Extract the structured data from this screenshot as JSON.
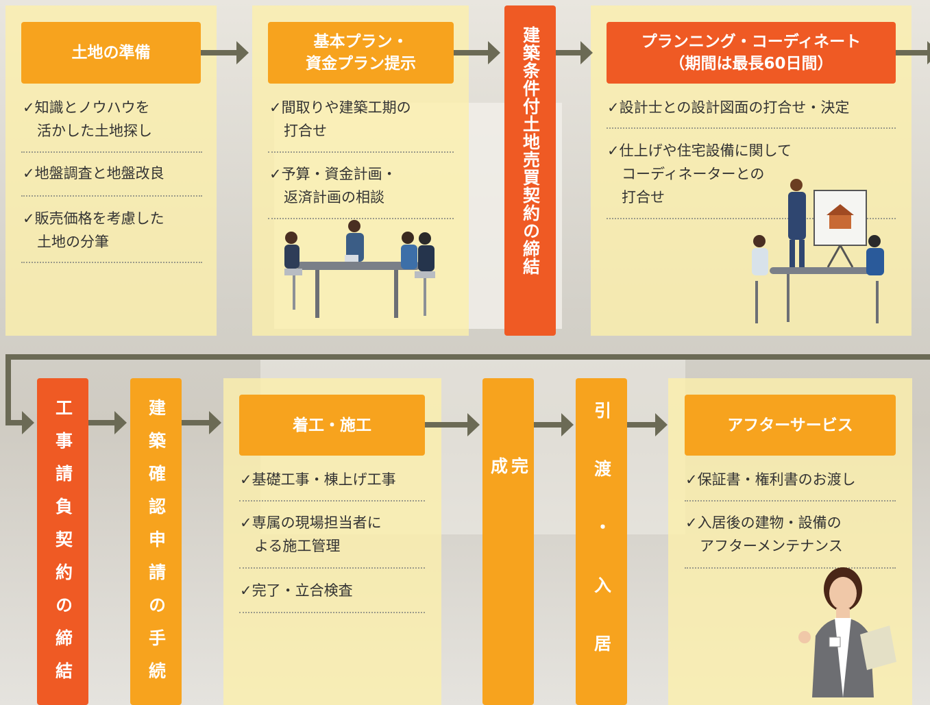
{
  "row1": {
    "step1": {
      "title": "土地の準備",
      "items": [
        "✓知識とノウハウを\n　活かした土地探し",
        "✓地盤調査と地盤改良",
        "✓販売価格を考慮した\n　土地の分筆"
      ]
    },
    "step2": {
      "title": "基本プラン・\n資金プラン提示",
      "items": [
        "✓間取りや建築工期の\n　打合せ",
        "✓予算・資金計画・\n　返済計画の相談"
      ]
    },
    "contract": "建築条件付土地売買契約の締結",
    "step3": {
      "title": "プランニング・コーディネート\n（期間は最長60日間）",
      "items": [
        "✓設計士との設計図面の打合せ・決定",
        "✓仕上げや住宅設備に関して\n　コーディネーターとの\n　打合せ"
      ]
    }
  },
  "row2": {
    "construction_contract": "工事請負契約の締結",
    "permit": "建築確認申請の手続",
    "step4": {
      "title": "着工・施工",
      "items": [
        "✓基礎工事・棟上げ工事",
        "✓専属の現場担当者に\n　よる施工管理",
        "✓完了・立合検査"
      ]
    },
    "completion": "完成",
    "handover": "引渡・入居",
    "step5": {
      "title": "アフターサービス",
      "items": [
        "✓保証書・権利書のお渡し",
        "✓入居後の建物・設備の\n　アフターメンテナンス"
      ]
    }
  },
  "colors": {
    "orange": "#f7a31e",
    "red": "#ef5a24",
    "arrow": "#6b6a55",
    "panel": "#fdf0aa"
  }
}
